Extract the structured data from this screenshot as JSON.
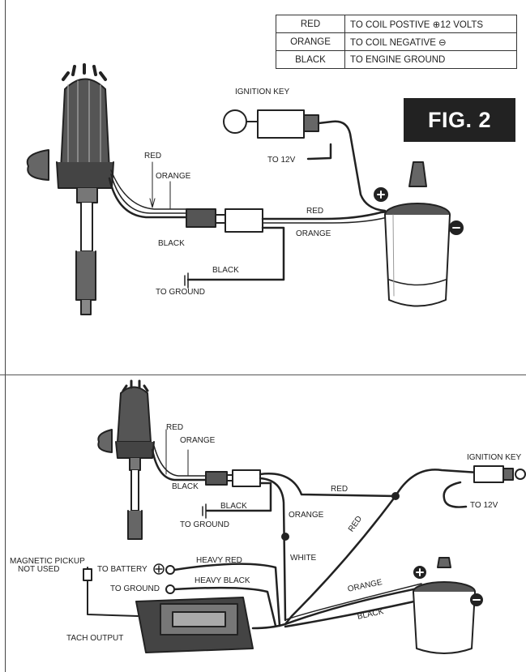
{
  "legend": [
    {
      "color": "RED",
      "desc": "TO COIL POSTIVE ⊕12 VOLTS"
    },
    {
      "color": "ORANGE",
      "desc": "TO COIL NEGATIVE ⊖"
    },
    {
      "color": "BLACK",
      "desc": "TO ENGINE GROUND"
    }
  ],
  "figure_label": "FIG. 2",
  "top": {
    "ignition_key": "IGNITION KEY",
    "to_12v": "TO 12V",
    "red_left": "RED",
    "orange_left": "ORANGE",
    "black_left": "BLACK",
    "red_right": "RED",
    "orange_right": "ORANGE",
    "black_ground": "BLACK",
    "to_ground": "TO GROUND"
  },
  "bottom": {
    "red_left": "RED",
    "orange_left": "ORANGE",
    "black_left": "BLACK",
    "black_ground": "BLACK",
    "to_ground": "TO GROUND",
    "red_upper": "RED",
    "orange_mid": "ORANGE",
    "white": "WHITE",
    "red_diag": "RED",
    "ignition_key": "IGNITION KEY",
    "to_12v": "TO 12V",
    "magnetic_pickup": "MAGNETIC PICKUP",
    "not_used": "NOT USED",
    "to_battery": "TO BATTERY",
    "heavy_red": "HEAVY RED",
    "to_ground_box": "TO GROUND",
    "heavy_black": "HEAVY BLACK",
    "tach_output": "TACH OUTPUT",
    "orange_coil": "ORANGE",
    "black_coil": "BLACK"
  }
}
